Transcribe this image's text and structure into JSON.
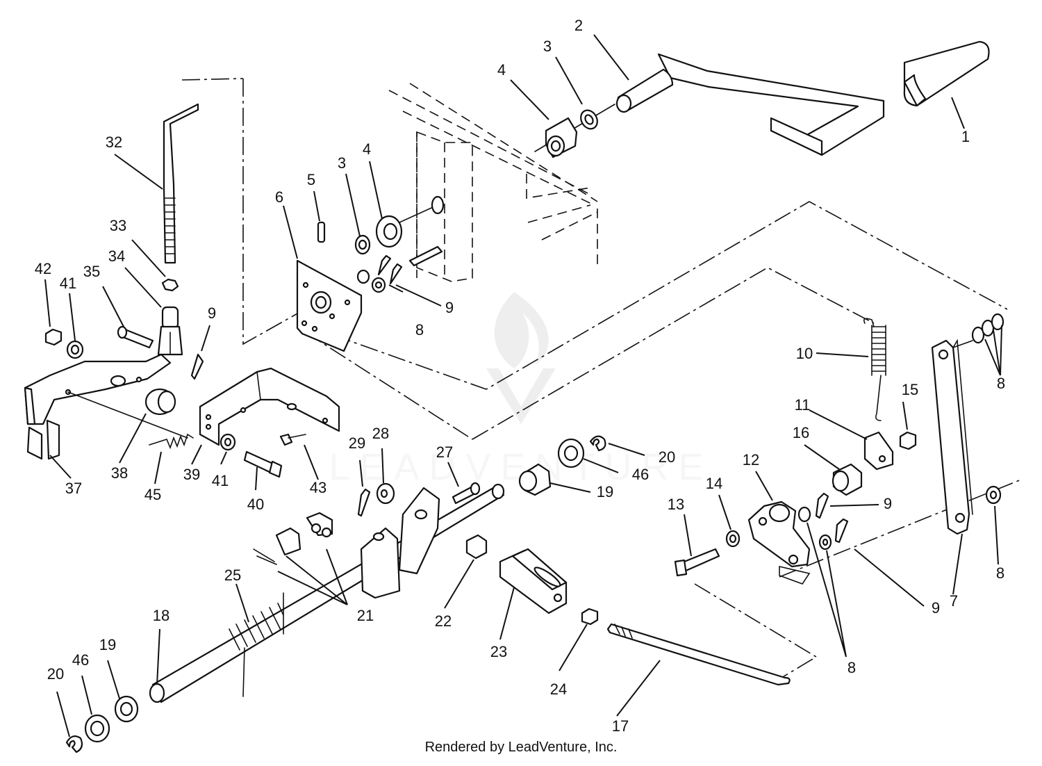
{
  "watermark": {
    "wordmark": "LEADVENTURE",
    "logo_icon": "leadventure-flame-logo-icon"
  },
  "credit": "Rendered by LeadVenture, Inc.",
  "callouts": [
    {
      "id": "c1",
      "label": "1"
    },
    {
      "id": "c2",
      "label": "2"
    },
    {
      "id": "c3a",
      "label": "3"
    },
    {
      "id": "c4a",
      "label": "4"
    },
    {
      "id": "c3b",
      "label": "3"
    },
    {
      "id": "c4b",
      "label": "4"
    },
    {
      "id": "c5",
      "label": "5"
    },
    {
      "id": "c6",
      "label": "6"
    },
    {
      "id": "c7",
      "label": "7"
    },
    {
      "id": "c8a",
      "label": "8"
    },
    {
      "id": "c8b",
      "label": "8"
    },
    {
      "id": "c8c",
      "label": "8"
    },
    {
      "id": "c8d",
      "label": "8"
    },
    {
      "id": "c9a",
      "label": "9"
    },
    {
      "id": "c9b",
      "label": "9"
    },
    {
      "id": "c9c",
      "label": "9"
    },
    {
      "id": "c9d",
      "label": "9"
    },
    {
      "id": "c10",
      "label": "10"
    },
    {
      "id": "c11",
      "label": "11"
    },
    {
      "id": "c12",
      "label": "12"
    },
    {
      "id": "c13",
      "label": "13"
    },
    {
      "id": "c14",
      "label": "14"
    },
    {
      "id": "c15",
      "label": "15"
    },
    {
      "id": "c16",
      "label": "16"
    },
    {
      "id": "c17",
      "label": "17"
    },
    {
      "id": "c18",
      "label": "18"
    },
    {
      "id": "c19a",
      "label": "19"
    },
    {
      "id": "c19b",
      "label": "19"
    },
    {
      "id": "c20a",
      "label": "20"
    },
    {
      "id": "c20b",
      "label": "20"
    },
    {
      "id": "c21",
      "label": "21"
    },
    {
      "id": "c22",
      "label": "22"
    },
    {
      "id": "c23",
      "label": "23"
    },
    {
      "id": "c24",
      "label": "24"
    },
    {
      "id": "c25",
      "label": "25"
    },
    {
      "id": "c27",
      "label": "27"
    },
    {
      "id": "c28",
      "label": "28"
    },
    {
      "id": "c29",
      "label": "29"
    },
    {
      "id": "c32",
      "label": "32"
    },
    {
      "id": "c33",
      "label": "33"
    },
    {
      "id": "c34",
      "label": "34"
    },
    {
      "id": "c35",
      "label": "35"
    },
    {
      "id": "c37",
      "label": "37"
    },
    {
      "id": "c38",
      "label": "38"
    },
    {
      "id": "c39",
      "label": "39"
    },
    {
      "id": "c40",
      "label": "40"
    },
    {
      "id": "c41a",
      "label": "41"
    },
    {
      "id": "c41b",
      "label": "41"
    },
    {
      "id": "c42",
      "label": "42"
    },
    {
      "id": "c43",
      "label": "43"
    },
    {
      "id": "c45",
      "label": "45"
    },
    {
      "id": "c46a",
      "label": "46"
    },
    {
      "id": "c46b",
      "label": "46"
    }
  ]
}
